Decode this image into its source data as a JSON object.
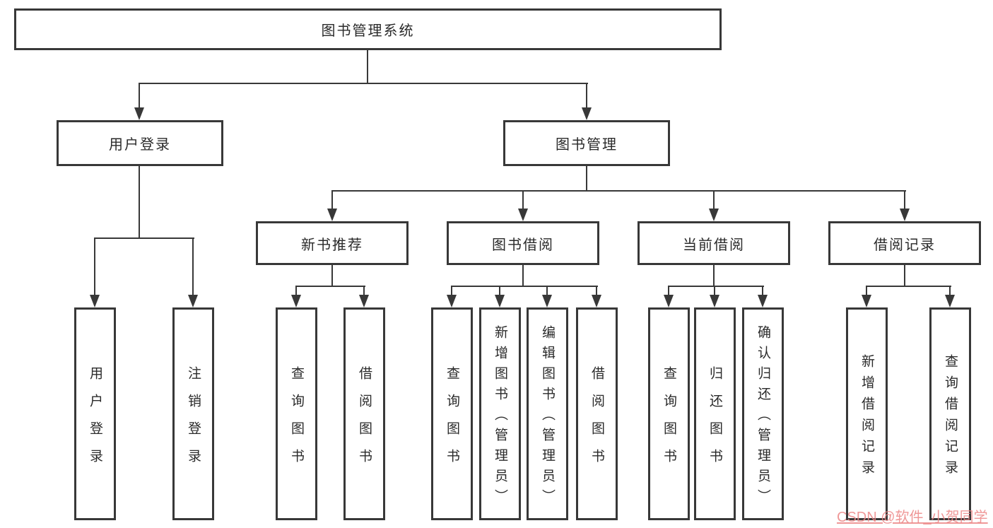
{
  "tree": {
    "root": {
      "label": "图书管理系统",
      "children": [
        {
          "label": "用户登录",
          "children": [
            {
              "label": "用户登录"
            },
            {
              "label": "注销登录"
            }
          ]
        },
        {
          "label": "图书管理",
          "children": [
            {
              "label": "新书推荐",
              "children": [
                {
                  "label": "查询图书"
                },
                {
                  "label": "借阅图书"
                }
              ]
            },
            {
              "label": "图书借阅",
              "children": [
                {
                  "label": "查询图书"
                },
                {
                  "label": "新增图书（管理员）"
                },
                {
                  "label": "编辑图书（管理员）"
                },
                {
                  "label": "借阅图书"
                }
              ]
            },
            {
              "label": "当前借阅",
              "children": [
                {
                  "label": "查询图书"
                },
                {
                  "label": "归还图书"
                },
                {
                  "label": "确认归还（管理员）"
                }
              ]
            },
            {
              "label": "借阅记录",
              "children": [
                {
                  "label": "新增借阅记录"
                },
                {
                  "label": "查询借阅记录"
                }
              ]
            }
          ]
        }
      ]
    }
  },
  "watermark": {
    "text": "CSDN @软件_小贺同学"
  },
  "colors": {
    "line": "#383838",
    "text": "#2a2a2a",
    "box_background": "#ffffff",
    "watermark": "#ec8686"
  }
}
